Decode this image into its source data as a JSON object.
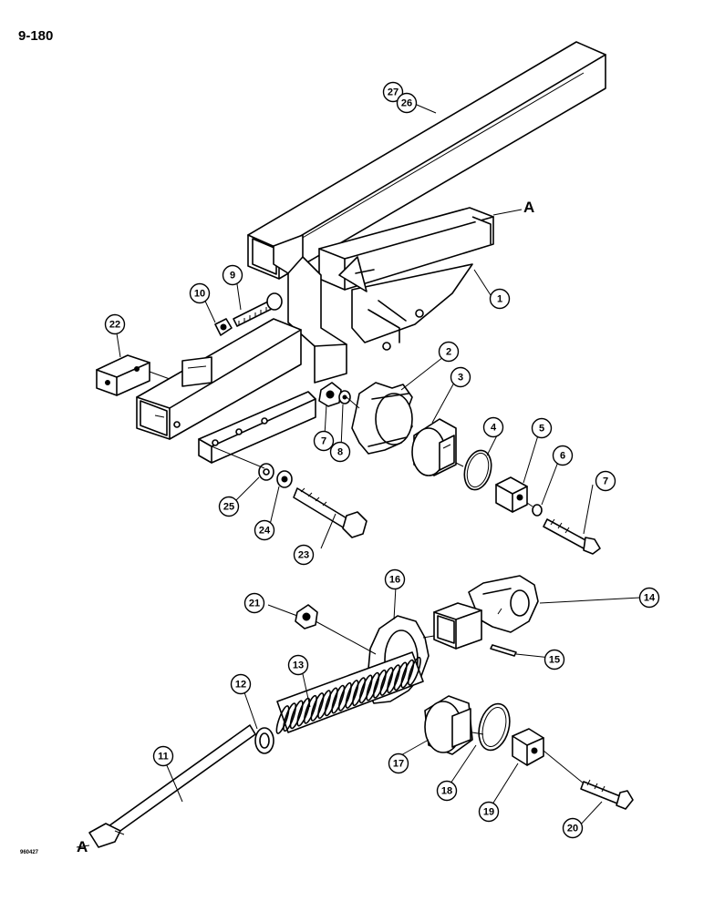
{
  "page_number": "9-180",
  "drawing_code": "960427",
  "reference_letter_top": "A",
  "reference_letter_bottom": "A",
  "callouts": [
    {
      "label": "27",
      "part": "27"
    },
    {
      "label": "26",
      "part": "26"
    },
    {
      "label": "1",
      "part": "1"
    },
    {
      "label": "2",
      "part": "2"
    },
    {
      "label": "3",
      "part": "3"
    },
    {
      "label": "4",
      "part": "4"
    },
    {
      "label": "5",
      "part": "5"
    },
    {
      "label": "6",
      "part": "6"
    },
    {
      "label": "7",
      "part": "7"
    },
    {
      "label": "7",
      "part": "7"
    },
    {
      "label": "8",
      "part": "8"
    },
    {
      "label": "9",
      "part": "9"
    },
    {
      "label": "10",
      "part": "10"
    },
    {
      "label": "22",
      "part": "22"
    },
    {
      "label": "23",
      "part": "23"
    },
    {
      "label": "24",
      "part": "24"
    },
    {
      "label": "25",
      "part": "25"
    },
    {
      "label": "11",
      "part": "11"
    },
    {
      "label": "12",
      "part": "12"
    },
    {
      "label": "13",
      "part": "13"
    },
    {
      "label": "14",
      "part": "14"
    },
    {
      "label": "15",
      "part": "15"
    },
    {
      "label": "16",
      "part": "16"
    },
    {
      "label": "17",
      "part": "17"
    },
    {
      "label": "18",
      "part": "18"
    },
    {
      "label": "19",
      "part": "19"
    },
    {
      "label": "20",
      "part": "20"
    },
    {
      "label": "21",
      "part": "21"
    }
  ]
}
